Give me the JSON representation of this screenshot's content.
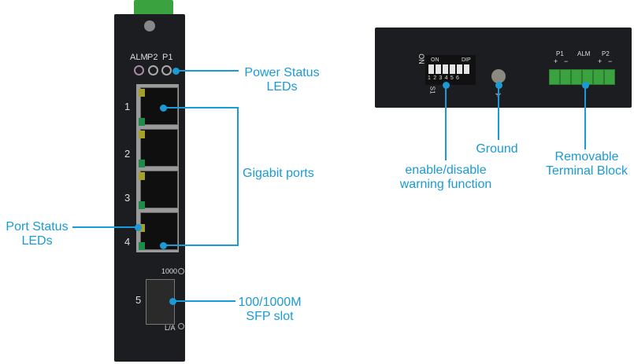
{
  "front_panel": {
    "led_labels": [
      "ALM",
      "P2",
      "P1"
    ],
    "port_numbers": [
      "1",
      "2",
      "3",
      "4",
      "5"
    ],
    "sfp_labels": {
      "top": "1000",
      "bottom": "L/A"
    }
  },
  "rear_panel": {
    "dip_labels": {
      "on_side": "ON",
      "on": "ON",
      "dip": "DIP",
      "switch": "S1",
      "numbers": [
        "1",
        "2",
        "3",
        "4",
        "5",
        "6"
      ]
    },
    "terminal_labels": [
      "P1",
      "ALM",
      "P2"
    ],
    "terminal_polarity": [
      "+",
      "−",
      "+",
      "−"
    ]
  },
  "callouts": {
    "power_status": [
      "Power Status",
      "LEDs"
    ],
    "gigabit_ports": "Gigabit ports",
    "port_status": [
      "Port Status",
      "LEDs"
    ],
    "sfp_slot": [
      "100/1000M",
      "SFP slot"
    ],
    "dip_switch": [
      "enable/disable",
      "warning function"
    ],
    "ground": "Ground",
    "terminal_block": [
      "Removable",
      "Terminal Block"
    ]
  },
  "colors": {
    "callout": "#1a9ad6",
    "housing": "#1c1d20",
    "terminal": "#3aa33f"
  }
}
